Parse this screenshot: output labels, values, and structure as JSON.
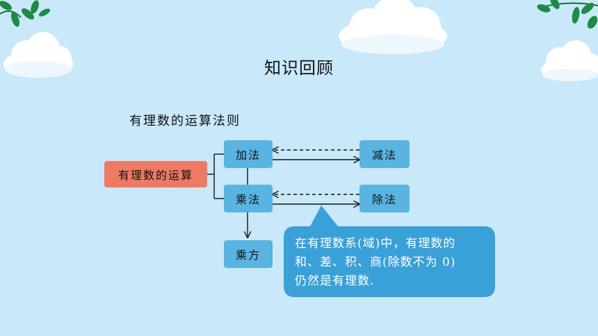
{
  "title": "知识回顾",
  "subtitle": "有理数的运算法则",
  "nodes": {
    "root": "有理数的运算",
    "add": "加法",
    "subtract": "减法",
    "multiply": "乘法",
    "divide": "除法",
    "power": "乘方"
  },
  "note": {
    "line1": "在有理数系(域)中，有理数的",
    "line2": "和、差、积、商(除数不为 0)",
    "line3": "仍然是有理数."
  },
  "colors": {
    "background": "#c9e8f9",
    "node": "#5ab4e2",
    "root_node": "#ed7a63",
    "bubble": "#3aa0d8"
  }
}
